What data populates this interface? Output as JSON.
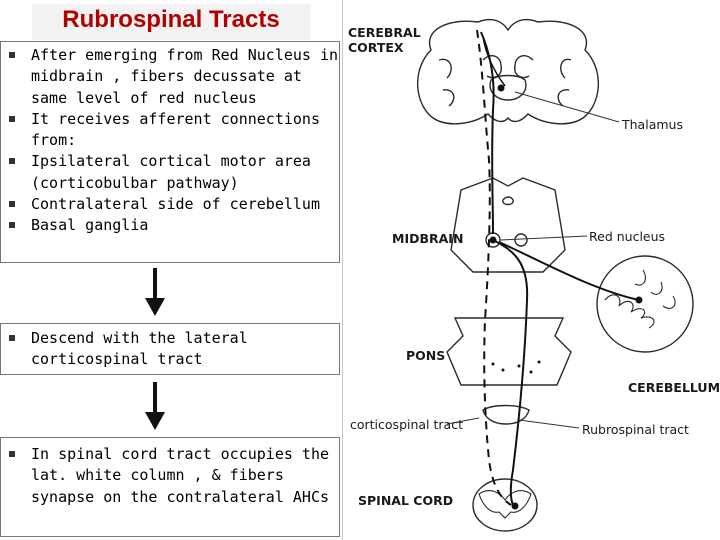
{
  "title": "Rubrospinal Tracts",
  "box1": {
    "items": [
      "After emerging from Red Nucleus in midbrain , fibers decussate at same level of red nucleus",
      "It receives afferent connections from:",
      "Ipsilateral cortical motor area (corticobulbar pathway)",
      "Contralateral side of cerebellum",
      "Basal ganglia"
    ]
  },
  "box2": {
    "items": [
      "Descend with the lateral corticospinal tract"
    ]
  },
  "box3": {
    "items": [
      "In spinal cord tract occupies the lat. white column , & fibers synapse on the contralateral AHCs"
    ]
  },
  "diagram": {
    "labels": {
      "cerebral": "CEREBRAL",
      "cortex": "CORTEX",
      "thalamus": "Thalamus",
      "midbrain": "MIDBRAIN",
      "red_nucleus": "Red nucleus",
      "pons": "PONS",
      "cerebellum": "CEREBELLUM",
      "corticospinal": "corticospinal tract",
      "rubrospinal": "Rubrospinal tract",
      "spinal_cord": "SPINAL CORD"
    }
  }
}
